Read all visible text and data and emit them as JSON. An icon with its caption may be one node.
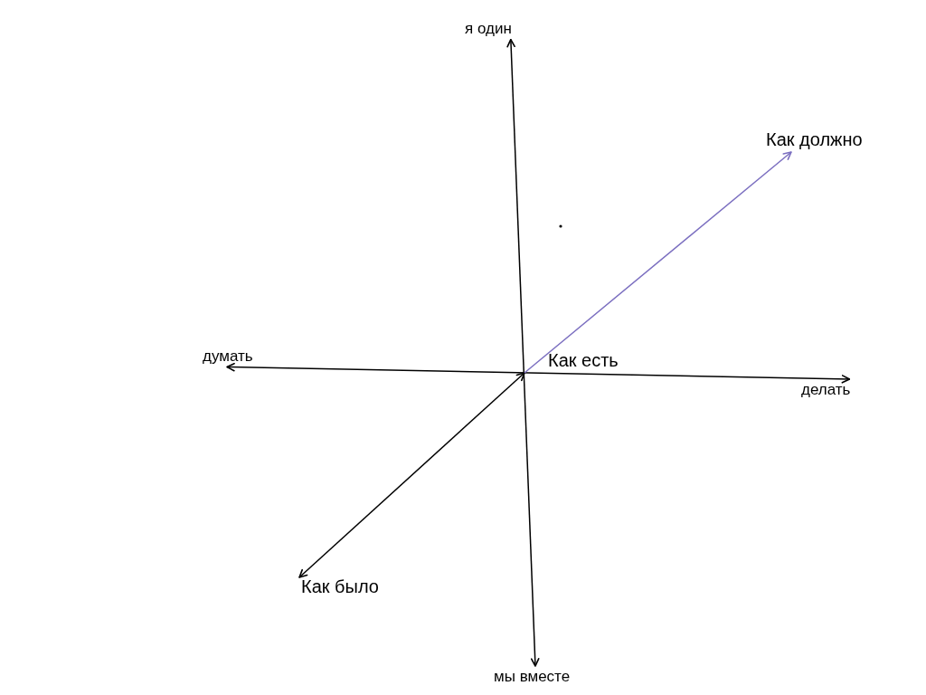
{
  "diagram": {
    "nodes": [
      {
        "text": [
          "я один"
        ]
      },
      {
        "text": [
          "Как должно"
        ]
      },
      {
        "text": [
          "думать"
        ]
      },
      {
        "text": [
          "Как есть"
        ]
      },
      {
        "text": [
          "делать"
        ]
      },
      {
        "text": [
          "Как было"
        ]
      },
      {
        "text": [
          "мы вместе"
        ]
      }
    ],
    "edges": [
      {
        "from": 0,
        "to": 6,
        "arrow": "both"
      },
      {
        "from": 2,
        "to": 4,
        "arrow": "both"
      },
      {
        "from": 3,
        "to": 5,
        "arrow": "both"
      },
      {
        "from": 3,
        "to": 1,
        "arrow": "to",
        "color": "#7b6fc0"
      }
    ]
  }
}
